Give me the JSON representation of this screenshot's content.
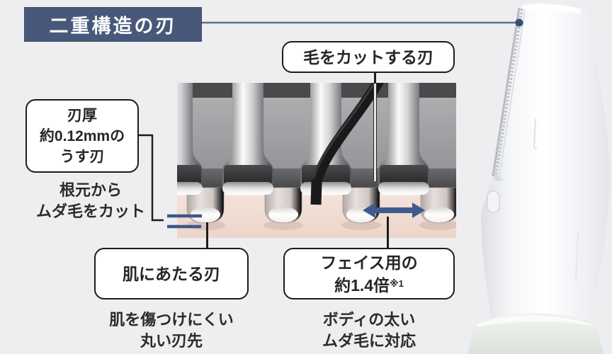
{
  "page": {
    "background": "#eeeef0"
  },
  "banner": {
    "label": "二重構造の刃",
    "bg": "#48587a",
    "text_color": "#fafafa"
  },
  "callouts": {
    "cutting_blade": {
      "label": "毛をカットする刃"
    },
    "blade_thickness": {
      "line1": "刃厚",
      "line2": "約0.12mmの",
      "line3": "うす刃"
    },
    "skin_blade": {
      "label": "肌にあたる刃"
    },
    "face_ratio": {
      "line1": "フェイス用の",
      "line2": "約1.4倍",
      "note": "※1"
    }
  },
  "captions": {
    "root_cut": {
      "line1": "根元から",
      "line2": "ムダ毛をカット"
    },
    "round_tip": {
      "line1": "肌を傷つけにくい",
      "line2": "丸い刃先"
    },
    "body_hair": {
      "line1": "ボディの太い",
      "line2": "ムダ毛に対応"
    }
  },
  "icons": {
    "width_arrow": "width-arrow-icon",
    "pointer_dot": "pointer-dot-icon"
  },
  "colors": {
    "accent_blue": "#3f5b8e",
    "connector_blue": "#5d6e91",
    "dot_blue": "#394e75",
    "callout_border": "#1c1c1c",
    "skin": "#f0dcd3",
    "blade_bar": "#4a4a4c"
  }
}
